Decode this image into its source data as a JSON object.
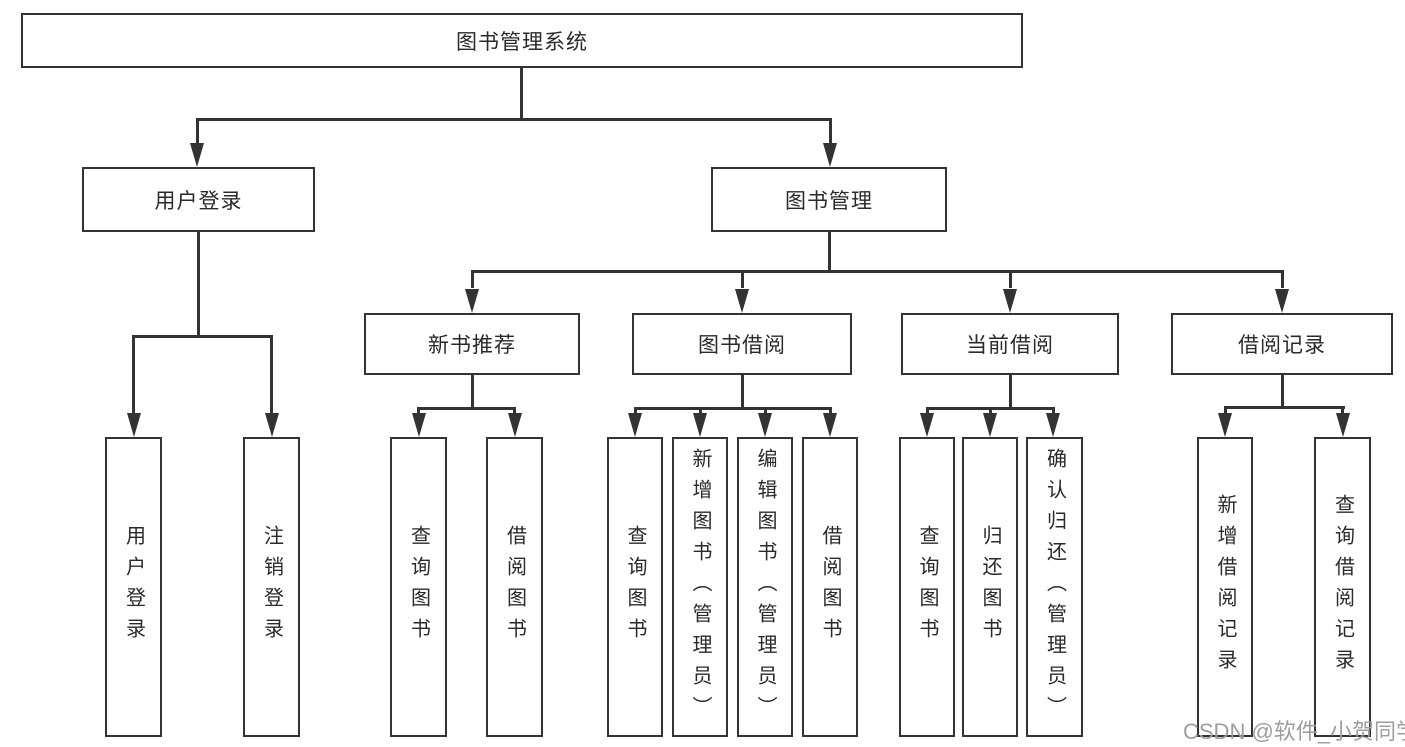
{
  "nodes": {
    "root": {
      "label": "图书管理系统"
    },
    "user_login": {
      "label": "用户登录",
      "children": [
        {
          "label": "用户登录"
        },
        {
          "label": "注销登录"
        }
      ]
    },
    "book_mgmt": {
      "label": "图书管理"
    },
    "new_books": {
      "label": "新书推荐",
      "children": [
        {
          "label": "查询图书"
        },
        {
          "label": "借阅图书"
        }
      ]
    },
    "book_borrow": {
      "label": "图书借阅",
      "children": [
        {
          "label": "查询图书"
        },
        {
          "label": "新增图书（管理员）"
        },
        {
          "label": "编辑图书（管理员）"
        },
        {
          "label": "借阅图书"
        }
      ]
    },
    "current_borrow": {
      "label": "当前借阅",
      "children": [
        {
          "label": "查询图书"
        },
        {
          "label": "归还图书"
        },
        {
          "label": "确认归还（管理员）"
        }
      ]
    },
    "borrow_records": {
      "label": "借阅记录",
      "children": [
        {
          "label": "新增借阅记录"
        },
        {
          "label": "查询借阅记录"
        }
      ]
    }
  },
  "watermark": "CSDN @软件_小贺同学",
  "colors": {
    "line": "#333333",
    "text": "#2a2a2a",
    "watermark": "#9e9e9e",
    "background": "#ffffff"
  }
}
